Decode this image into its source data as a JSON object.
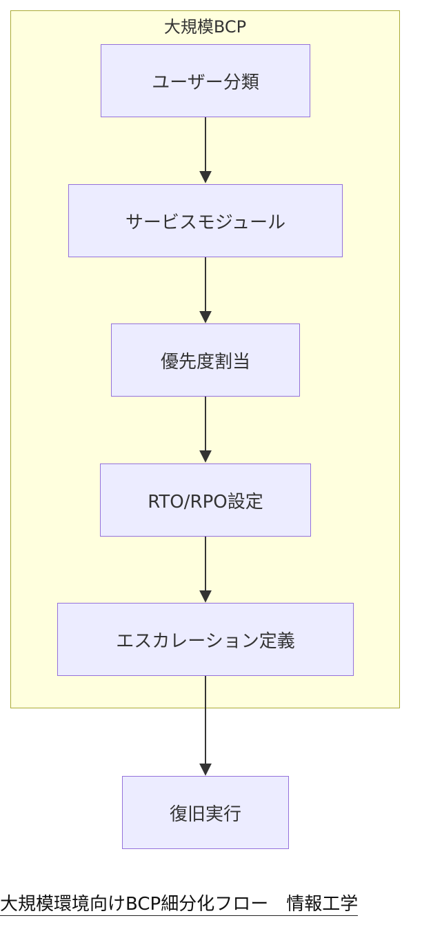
{
  "diagram": {
    "cluster": {
      "title": "大規模BCP"
    },
    "nodes": {
      "user_classification": "ユーザー分類",
      "service_module": "サービスモジュール",
      "priority_assignment": "優先度割当",
      "rto_rpo_setting": "RTO/RPO設定",
      "escalation_definition": "エスカレーション定義",
      "recovery_execution": "復旧実行"
    },
    "edges": [
      {
        "from": "user_classification",
        "to": "service_module"
      },
      {
        "from": "service_module",
        "to": "priority_assignment"
      },
      {
        "from": "priority_assignment",
        "to": "rto_rpo_setting"
      },
      {
        "from": "rto_rpo_setting",
        "to": "escalation_definition"
      },
      {
        "from": "escalation_definition",
        "to": "recovery_execution"
      }
    ]
  },
  "caption": "大規模環境向けBCP細分化フロー　情報工学"
}
